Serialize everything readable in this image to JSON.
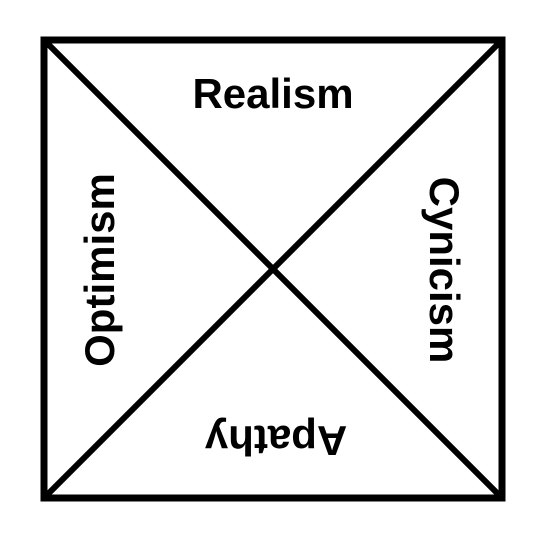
{
  "diagram": {
    "labels": {
      "top": "Realism",
      "right": "Cynicism",
      "bottom": "Apathy",
      "left": "Optimism"
    },
    "colors": {
      "stroke": "#000000",
      "text": "#000000",
      "background": "#ffffff"
    }
  }
}
